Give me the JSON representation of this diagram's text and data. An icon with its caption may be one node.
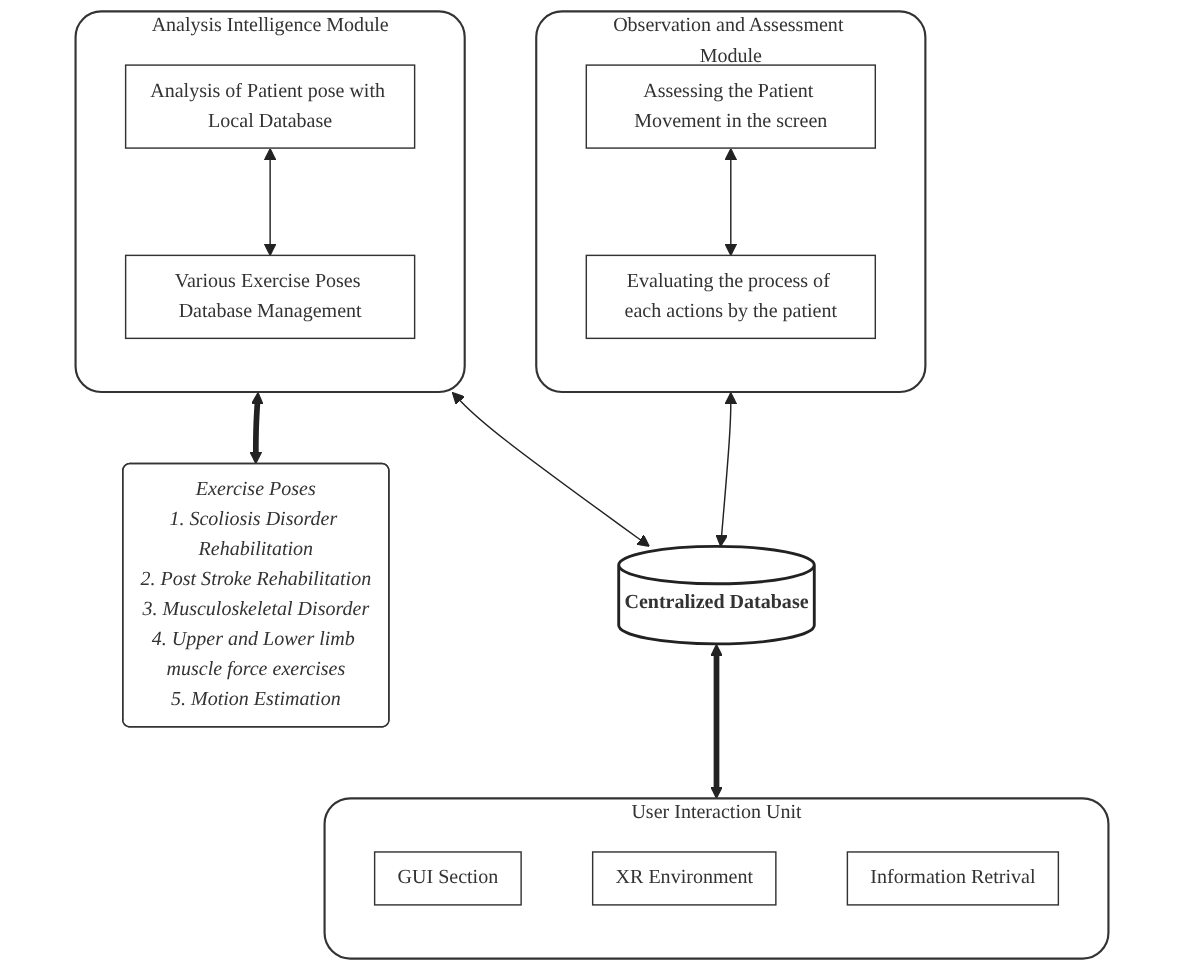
{
  "diagram": {
    "nodes": [
      {
        "text": [
          "Observation and Assessment Module"
        ]
      },
      {
        "text": [
          "Assessing the Patient Movement in the screen"
        ],
        "in": 0
      },
      {
        "text": [
          "Evaluating the process of each actions by the patient"
        ],
        "in": 0
      },
      {
        "text": [
          "Analysis Intelligence Module"
        ]
      },
      {
        "text": [
          "Analysis of Patient pose with Local Database"
        ],
        "in": 3
      },
      {
        "text": [
          "Various Exercise Poses Database Management"
        ],
        "in": 3
      },
      {
        "text": [
          "Exercise Poses",
          "1. Scoliosis Disorder Rehabilitation",
          "2. Post Stroke Rehabilitation",
          "3. Musculoskeletal Disorder",
          "4. Upper and Lower limb muscle force exercises",
          "5. Motion Estimation"
        ]
      },
      {
        "text": [
          "Centralized Database"
        ]
      },
      {
        "text": [
          "User Interaction Unit"
        ]
      },
      {
        "text": [
          "GUI Section"
        ],
        "in": 8
      },
      {
        "text": [
          "XR Environment"
        ],
        "in": 8
      },
      {
        "text": [
          "Information Retrival"
        ],
        "in": 8
      }
    ],
    "edges": [
      {
        "from": 1,
        "to": 2,
        "arrow": "both"
      },
      {
        "from": 4,
        "to": 5,
        "arrow": "both"
      },
      {
        "from": 3,
        "to": 6,
        "arrow": "both",
        "style": "thick"
      },
      {
        "from": 0,
        "to": 7,
        "arrow": "both"
      },
      {
        "from": 3,
        "to": 7,
        "arrow": "both"
      },
      {
        "from": 7,
        "to": 8,
        "arrow": "both",
        "style": "thick"
      }
    ]
  }
}
